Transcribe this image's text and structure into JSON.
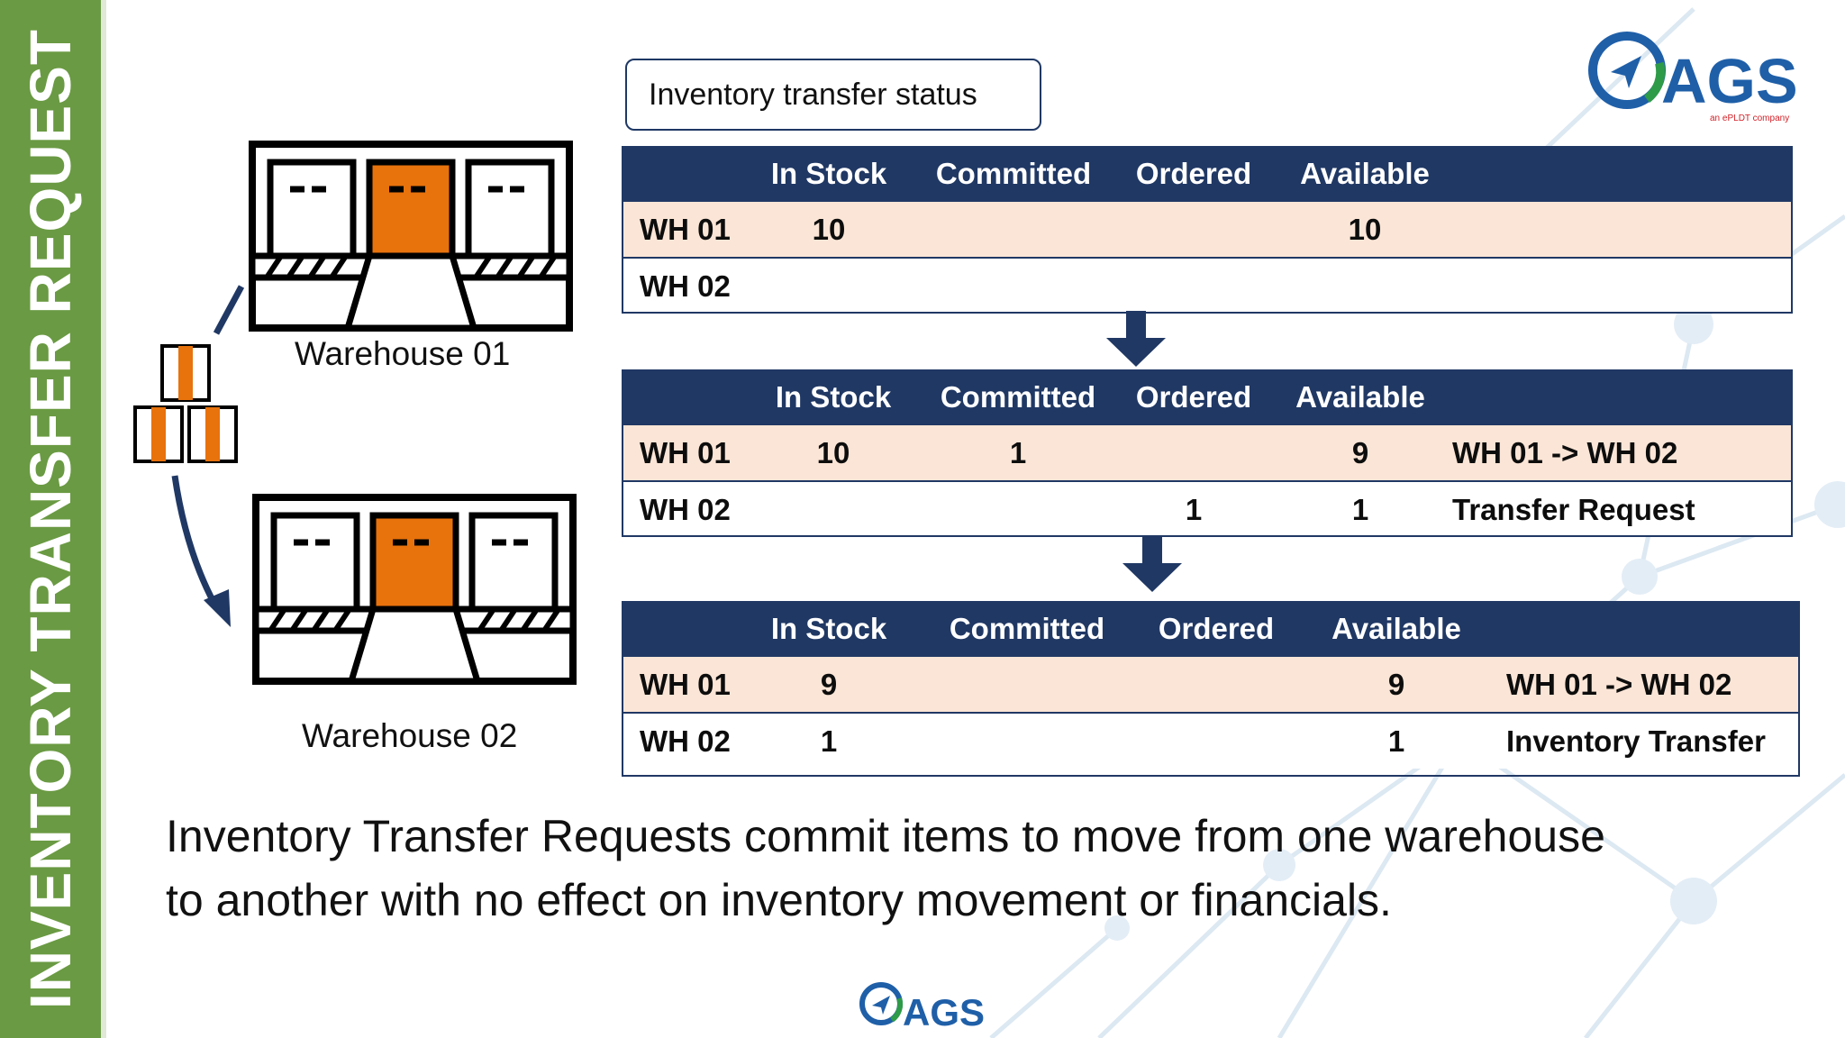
{
  "side_title": "INVENTORY TRANSFER REQUEST",
  "status_box": "Inventory transfer status",
  "logo": {
    "text": "AGS",
    "tagline": "an ePLDT company"
  },
  "warehouses": [
    {
      "label": "Warehouse 01"
    },
    {
      "label": "Warehouse 02"
    }
  ],
  "tables": [
    {
      "headers": [
        "",
        "In Stock",
        "Committed",
        "Ordered",
        "Available"
      ],
      "rows": [
        {
          "wh": "WH 01",
          "in_stock": "10",
          "committed": "",
          "ordered": "",
          "available": "10"
        },
        {
          "wh": "WH 02",
          "in_stock": "",
          "committed": "",
          "ordered": "",
          "available": ""
        }
      ]
    },
    {
      "headers": [
        "",
        "In Stock",
        "Committed",
        "Ordered",
        "Available",
        ""
      ],
      "rows": [
        {
          "wh": "WH 01",
          "in_stock": "10",
          "committed": "1",
          "ordered": "",
          "available": "9",
          "note": "WH 01 -> WH 02"
        },
        {
          "wh": "WH 02",
          "in_stock": "",
          "committed": "",
          "ordered": "1",
          "available": "1",
          "note": "Transfer Request"
        }
      ]
    },
    {
      "headers": [
        "",
        "In Stock",
        "Committed",
        "Ordered",
        "Available",
        ""
      ],
      "rows": [
        {
          "wh": "WH 01",
          "in_stock": "9",
          "committed": "",
          "ordered": "",
          "available": "9",
          "note": "WH 01 -> WH 02"
        },
        {
          "wh": "WH 02",
          "in_stock": "1",
          "committed": "",
          "ordered": "",
          "available": "1",
          "note": "Inventory Transfer"
        }
      ]
    }
  ],
  "caption": "Inventory Transfer Requests commit items to move from one warehouse to another with no effect on inventory movement or financials.",
  "colors": {
    "side_bar": "#6a9a43",
    "header_navy": "#203864",
    "row_peach": "#fbe5d6",
    "box_orange": "#e8720c",
    "logo_blue": "#1f5fa8",
    "logo_green": "#2e9b48",
    "logo_red": "#d11f26"
  }
}
